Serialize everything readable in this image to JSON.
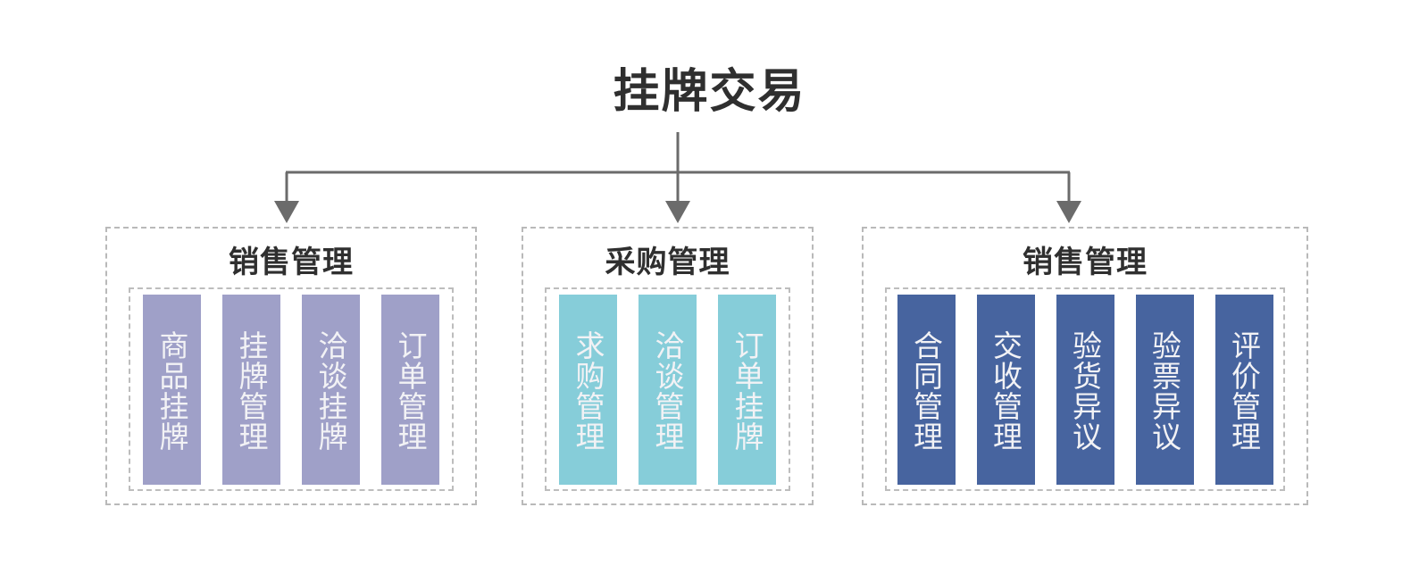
{
  "title": "挂牌交易",
  "colors": {
    "connector": "#6b6b6b",
    "dashed_border": "#bdbdbd",
    "title_text": "#2f2f2f",
    "card_text": "#f2f2f5",
    "group_1_card": "#9fa0c8",
    "group_2_card": "#86cdd9",
    "group_3_card": "#47649f",
    "background": "#ffffff"
  },
  "groups": [
    {
      "title": "销售管理",
      "color_key": "purple",
      "cards": [
        {
          "label": "商品挂牌"
        },
        {
          "label": "挂牌管理"
        },
        {
          "label": "洽谈挂牌"
        },
        {
          "label": "订单管理"
        }
      ]
    },
    {
      "title": "采购管理",
      "color_key": "teal",
      "cards": [
        {
          "label": "求购管理"
        },
        {
          "label": "洽谈管理"
        },
        {
          "label": "订单挂牌"
        }
      ]
    },
    {
      "title": "销售管理",
      "color_key": "blue",
      "cards": [
        {
          "label": "合同管理"
        },
        {
          "label": "交收管理"
        },
        {
          "label": "验货异议"
        },
        {
          "label": "验票异议"
        },
        {
          "label": "评价管理"
        }
      ]
    }
  ]
}
